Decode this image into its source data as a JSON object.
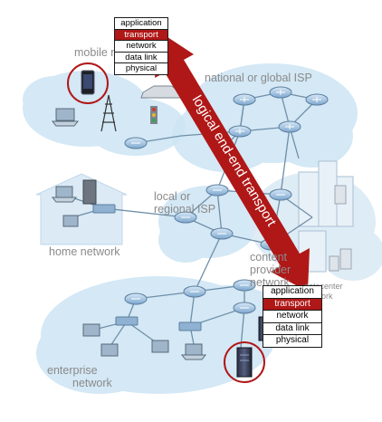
{
  "labels": {
    "mobile_network": "mobile network",
    "national_isp": "national or global ISP",
    "local_isp_line1": "local or",
    "local_isp_line2": "regional ISP",
    "home_network": "home network",
    "content_line1": "content",
    "content_line2": "provider",
    "content_line3": "network",
    "datacenter_line1": "datacenter",
    "datacenter_line2": "network",
    "enterprise_line1": "enterprise",
    "enterprise_line2": "network"
  },
  "arrow_label": "logical end-end transport",
  "stack_mobile": [
    "application",
    "transport",
    "network",
    "data link",
    "physical"
  ],
  "stack_host": [
    "application",
    "transport",
    "network",
    "data link",
    "physical"
  ],
  "highlight_layer": "transport",
  "colors": {
    "arrow": "#b01717",
    "cloud": "#c9e3f3",
    "router_body": "#8fb8dc",
    "link": "#6f8fa8"
  }
}
